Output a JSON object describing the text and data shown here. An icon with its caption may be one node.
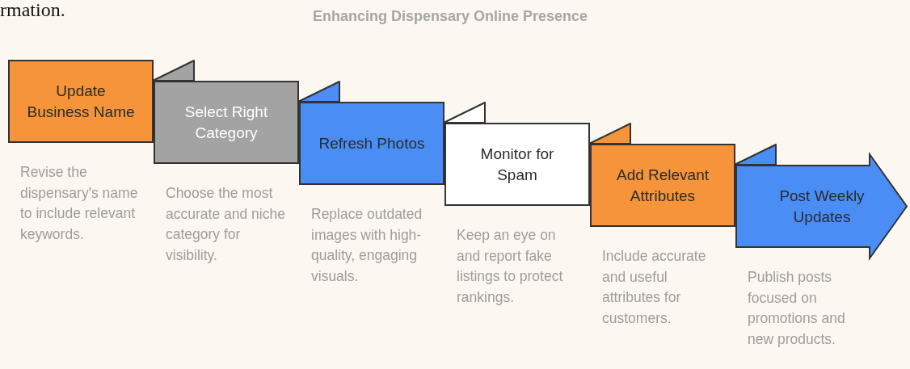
{
  "diagram": {
    "title": "Enhancing Dispensary Online Presence",
    "nodes": [
      {
        "text": [
          "Update Business Name"
        ]
      },
      {
        "text": [
          "Select Right Category"
        ]
      },
      {
        "text": [
          "Refresh Photos"
        ]
      },
      {
        "text": [
          "Monitor for Spam"
        ]
      },
      {
        "text": [
          "Add Relevant Attributes"
        ]
      },
      {
        "text": [
          "Post Weekly Updates"
        ]
      }
    ],
    "labels": [
      "rmation.",
      "Revise the dispensary's name to include relevant keywords.",
      "Choose the most accurate and niche category for visibility.",
      "Replace outdated images with high-quality, engaging visuals.",
      "Keep an eye on and report fake listings to protect rankings.",
      "Include accurate and useful attributes for customers.",
      "Publish posts focused on promotions and new products."
    ]
  }
}
